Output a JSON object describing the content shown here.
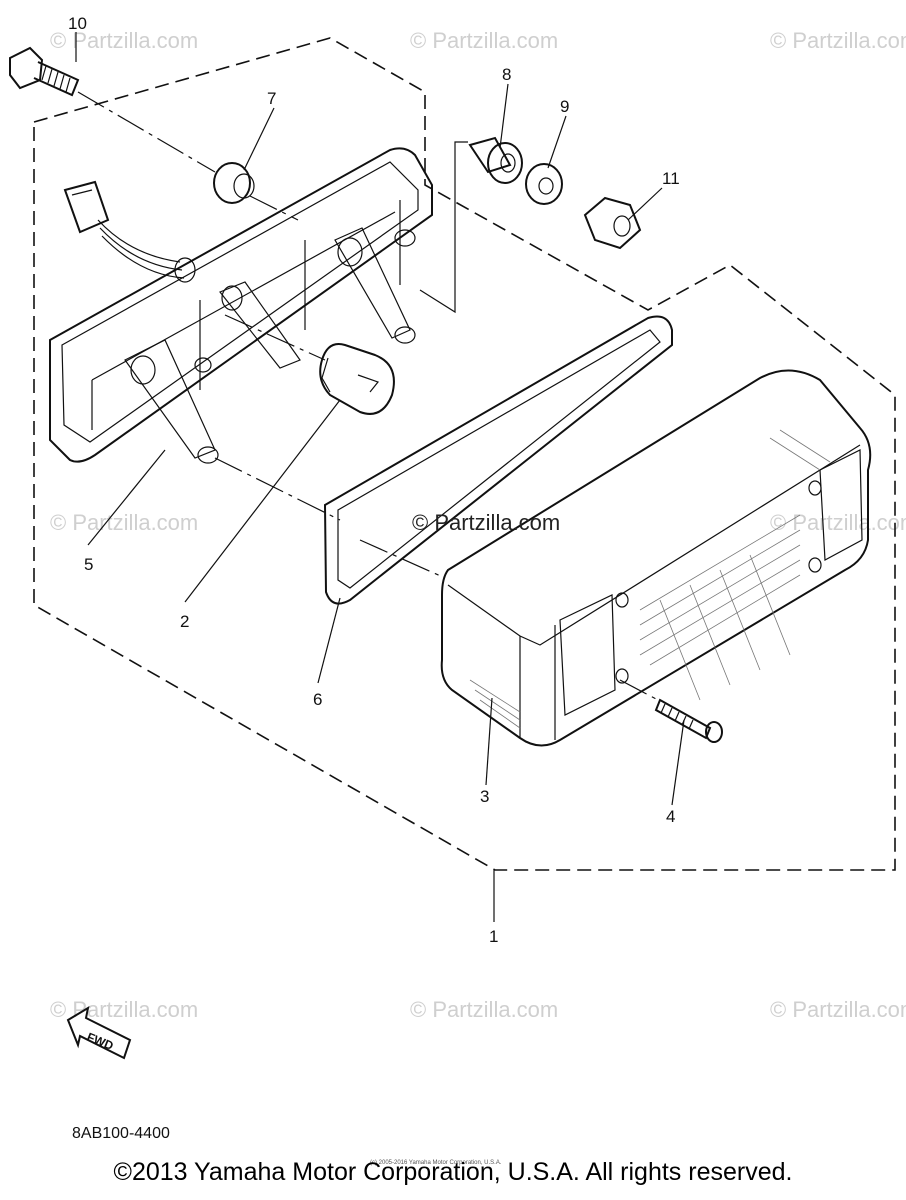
{
  "watermarks": {
    "text": "© Partzilla.com",
    "center_text": "© Partzilla.com"
  },
  "callouts": {
    "c1": "1",
    "c2": "2",
    "c3": "3",
    "c4": "4",
    "c5": "5",
    "c6": "6",
    "c7": "7",
    "c8": "8",
    "c9": "9",
    "c10": "10",
    "c11": "11"
  },
  "fwd_label": "FWD",
  "diagram_code": "8AB100-4400",
  "small_copyright": "(c) 2005-2016 Yamaha Motor Corporation, U.S.A.",
  "copyright": "©2013 Yamaha Motor Corporation, U.S.A. All rights reserved."
}
